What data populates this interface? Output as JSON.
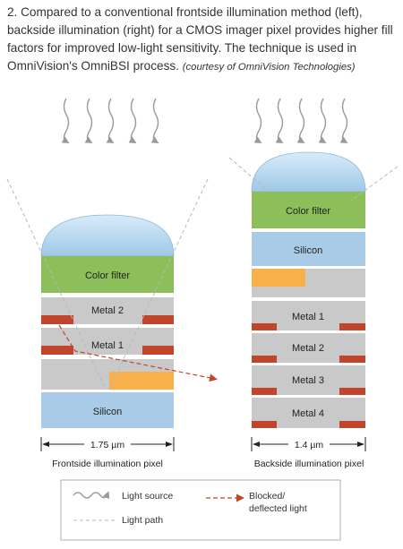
{
  "caption": {
    "text": "2. Compared to a conventional frontside illumination method (left), backside illumination (right) for a CMOS imager pixel provides higher fill factors for improved low-light sensitivity. The technique is used in OmniVision's OmniBSI process.",
    "credit": "(courtesy of OmniVision Technologies)"
  },
  "frontside": {
    "layers": {
      "color_filter": "Color filter",
      "metal2": "Metal 2",
      "metal1": "Metal 1",
      "silicon": "Silicon"
    },
    "dimension": "1.75 µm",
    "title": "Frontside illumination pixel"
  },
  "backside": {
    "layers": {
      "color_filter": "Color filter",
      "silicon": "Silicon",
      "metal1": "Metal 1",
      "metal2": "Metal 2",
      "metal3": "Metal 3",
      "metal4": "Metal 4"
    },
    "dimension": "1.4 µm",
    "title": "Backside illumination pixel"
  },
  "legend": {
    "light_source": "Light source",
    "light_path": "Light path",
    "blocked_line1": "Blocked/",
    "blocked_line2": "deflected light"
  },
  "colors": {
    "color_filter": "#8cbf5a",
    "silicon": "#a9cbe8",
    "metal_gray": "#c9c9c9",
    "metal_red": "#c0452b",
    "photodiode": "#f7b04a",
    "lens": "#bcdcf2",
    "wave": "#9a9a9a",
    "light_path": "#b8b8b8",
    "blocked": "#c0452b"
  },
  "icons": [
    "light-source-wave-icon",
    "light-path-line-icon",
    "blocked-light-arrow-icon",
    "dimension-arrow-icon"
  ]
}
